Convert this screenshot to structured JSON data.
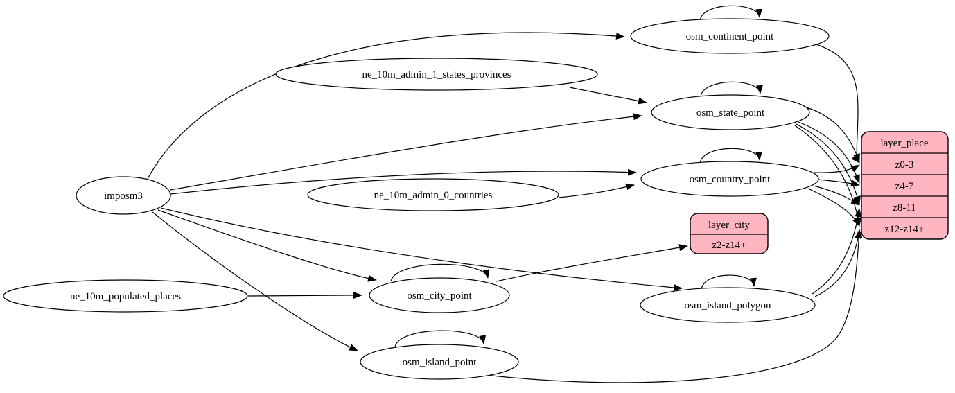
{
  "diagram": {
    "type": "etl-dependency-graph",
    "background_color": "#ffffff",
    "colors": {
      "node_fill": "#ffffff",
      "node_stroke": "#000000",
      "record_fill": "#ffb6c1",
      "edge_color": "#000000",
      "text_color": "#000000"
    },
    "nodes": {
      "imposm3": {
        "label": "imposm3"
      },
      "ne_10m_admin_1_states_provinces": {
        "label": "ne_10m_admin_1_states_provinces"
      },
      "ne_10m_admin_0_countries": {
        "label": "ne_10m_admin_0_countries"
      },
      "ne_10m_populated_places": {
        "label": "ne_10m_populated_places"
      },
      "osm_continent_point": {
        "label": "osm_continent_point"
      },
      "osm_state_point": {
        "label": "osm_state_point"
      },
      "osm_country_point": {
        "label": "osm_country_point"
      },
      "osm_city_point": {
        "label": "osm_city_point"
      },
      "osm_island_polygon": {
        "label": "osm_island_polygon"
      },
      "osm_island_point": {
        "label": "osm_island_point"
      }
    },
    "records": {
      "layer_city": {
        "title": "layer_city",
        "rows": [
          "z2-z14+"
        ]
      },
      "layer_place": {
        "title": "layer_place",
        "rows": [
          "z0-3",
          "z4-7",
          "z8-11",
          "z12-z14+"
        ]
      }
    },
    "edges": [
      {
        "from": "imposm3",
        "to": "osm_continent_point"
      },
      {
        "from": "imposm3",
        "to": "osm_state_point"
      },
      {
        "from": "imposm3",
        "to": "osm_country_point"
      },
      {
        "from": "imposm3",
        "to": "osm_city_point"
      },
      {
        "from": "imposm3",
        "to": "osm_island_polygon"
      },
      {
        "from": "imposm3",
        "to": "osm_island_point"
      },
      {
        "from": "ne_10m_admin_1_states_provinces",
        "to": "osm_state_point"
      },
      {
        "from": "ne_10m_admin_0_countries",
        "to": "osm_country_point"
      },
      {
        "from": "ne_10m_populated_places",
        "to": "osm_city_point"
      },
      {
        "from": "osm_continent_point",
        "to": "osm_continent_point"
      },
      {
        "from": "osm_state_point",
        "to": "osm_state_point"
      },
      {
        "from": "osm_country_point",
        "to": "osm_country_point"
      },
      {
        "from": "osm_city_point",
        "to": "osm_city_point"
      },
      {
        "from": "osm_island_polygon",
        "to": "osm_island_polygon"
      },
      {
        "from": "osm_island_point",
        "to": "osm_island_point"
      },
      {
        "from": "osm_city_point",
        "to": "layer_city:z2-z14+"
      },
      {
        "from": "osm_continent_point",
        "to": "layer_place:z0-3"
      },
      {
        "from": "osm_state_point",
        "to": "layer_place:z0-3"
      },
      {
        "from": "osm_state_point",
        "to": "layer_place:z4-7"
      },
      {
        "from": "osm_state_point",
        "to": "layer_place:z8-11"
      },
      {
        "from": "osm_state_point",
        "to": "layer_place:z12-z14+"
      },
      {
        "from": "osm_country_point",
        "to": "layer_place:z0-3"
      },
      {
        "from": "osm_country_point",
        "to": "layer_place:z4-7"
      },
      {
        "from": "osm_country_point",
        "to": "layer_place:z8-11"
      },
      {
        "from": "osm_country_point",
        "to": "layer_place:z12-z14+"
      },
      {
        "from": "osm_island_polygon",
        "to": "layer_place:z8-11"
      },
      {
        "from": "osm_island_polygon",
        "to": "layer_place:z12-z14+"
      },
      {
        "from": "osm_island_point",
        "to": "layer_place:z12-z14+"
      }
    ]
  }
}
